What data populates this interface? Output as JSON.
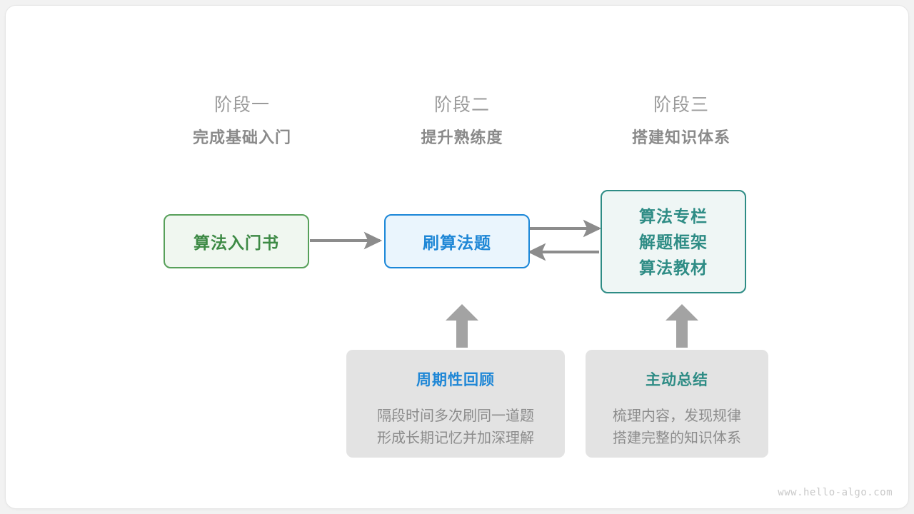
{
  "diagram": {
    "title_watermark": "www.hello-algo.com",
    "stages": [
      {
        "number": "阶段一",
        "title": "完成基础入门"
      },
      {
        "number": "阶段二",
        "title": "提升熟练度"
      },
      {
        "number": "阶段三",
        "title": "搭建知识体系"
      }
    ],
    "nodes": {
      "book": {
        "label": "算法入门书"
      },
      "practice": {
        "label": "刷算法题"
      },
      "resources": {
        "line1": "算法专栏",
        "line2": "解题框架",
        "line3": "算法教材"
      }
    },
    "notes": [
      {
        "title": "周期性回顾",
        "body": "隔段时间多次刷同一道题\n形成长期记忆并加深理解"
      },
      {
        "title": "主动总结",
        "body": "梳理内容，发现规律\n搭建完整的知识体系"
      }
    ],
    "colors": {
      "green": "#57a05a",
      "blue": "#1f87d6",
      "teal": "#2e8c85",
      "gray_note": "#e3e3e3",
      "arrow": "#8c8c8c",
      "heading": "#9b9b9b"
    }
  }
}
